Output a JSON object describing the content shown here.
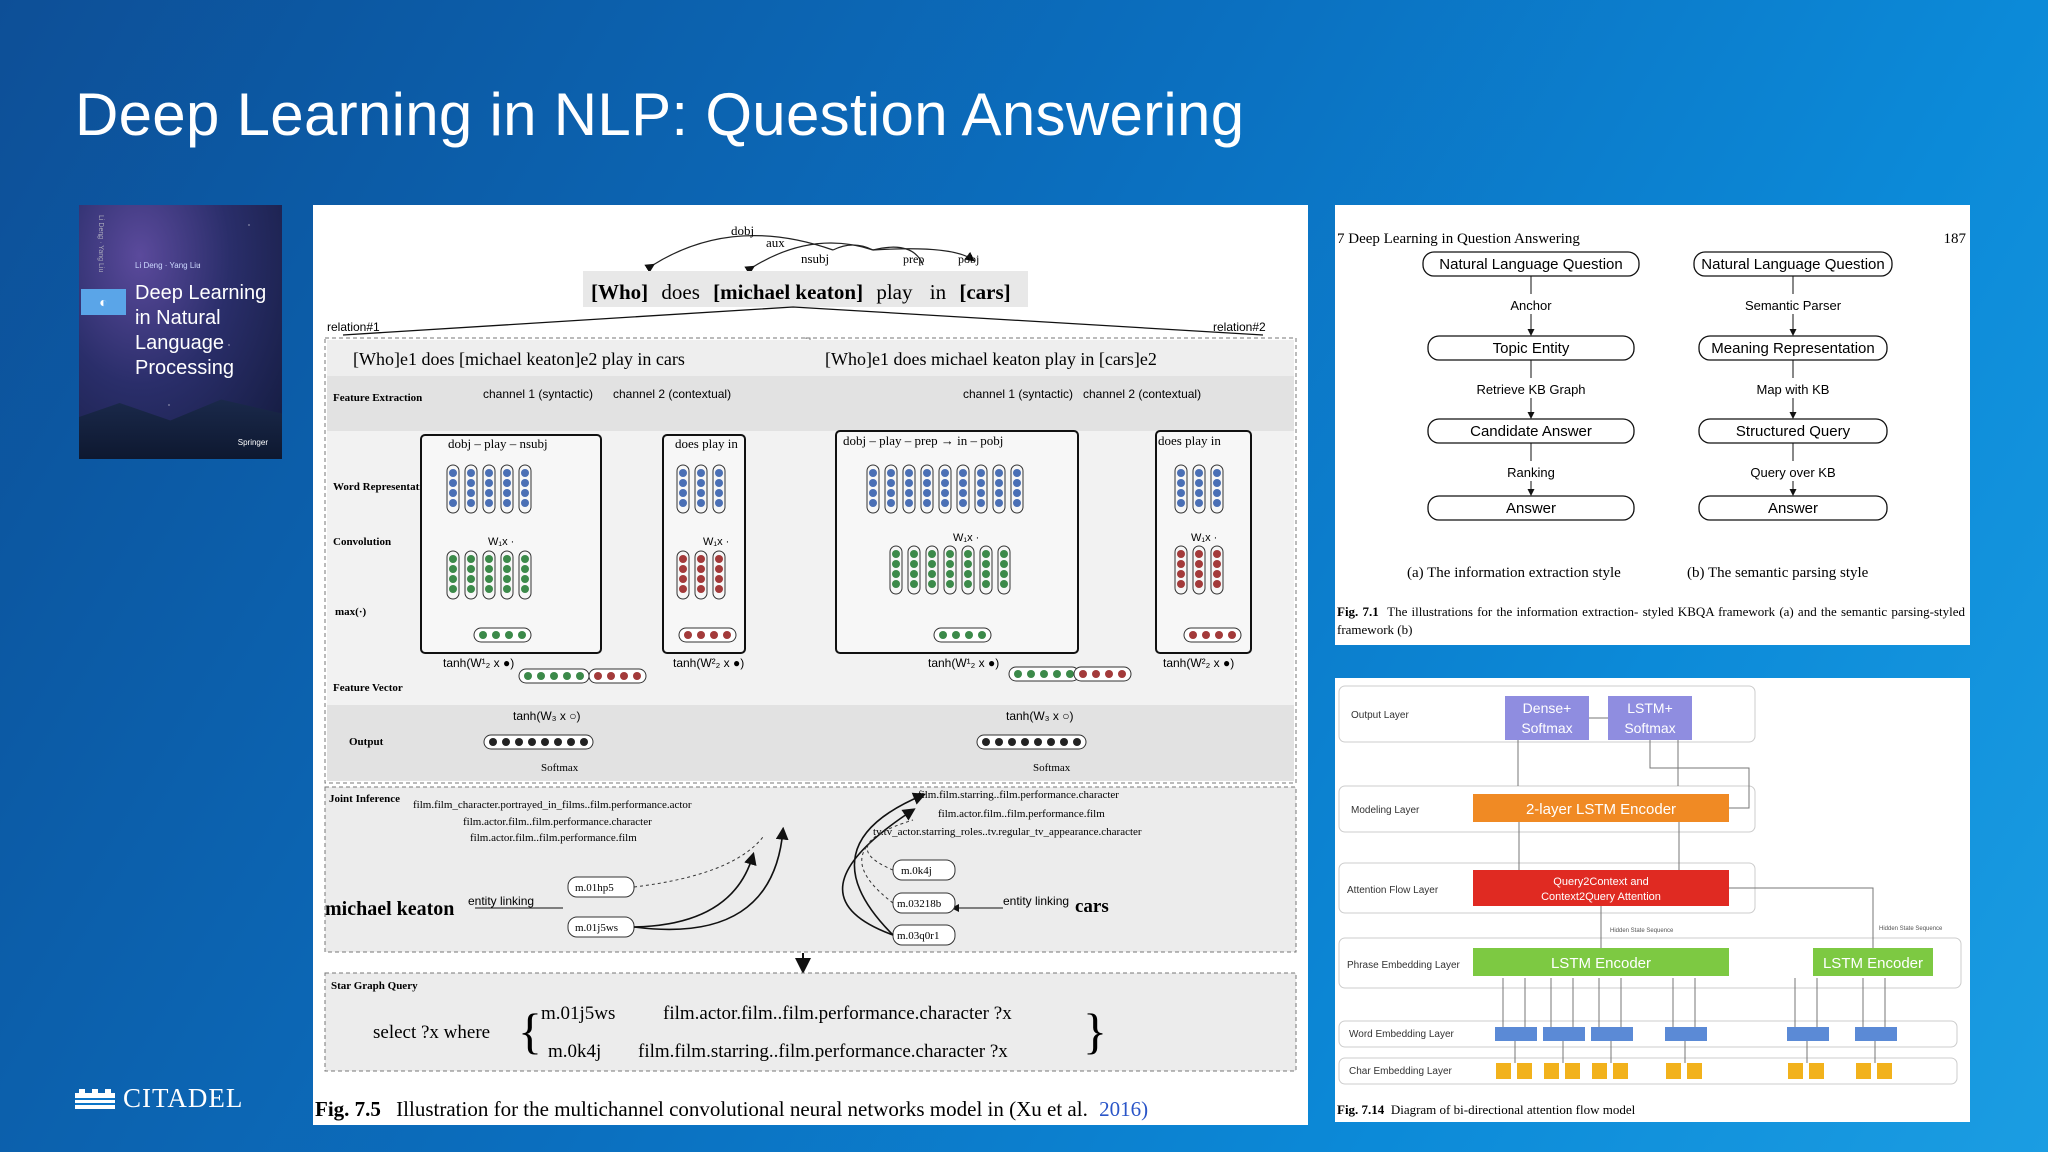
{
  "slide": {
    "title": "Deep Learning in NLP: Question Answering",
    "logo_text": "CITADEL"
  },
  "book": {
    "authors": "Li Deng · Yang Liu",
    "title_line1": "Deep Learning",
    "title_line2": "in Natural",
    "title_line3": "Language",
    "title_line4": "Processing",
    "publisher": "Springer"
  },
  "fig75": {
    "question": [
      "[Who]",
      "does",
      "[michael keaton]",
      "play",
      "in",
      "[cars]"
    ],
    "dep_labels": [
      "dobj",
      "aux",
      "nsubj",
      "prep",
      "pobj"
    ],
    "relation1": "relation#1",
    "relation2": "relation#2",
    "sent1": "[Who]e1 does [michael keaton]e2 play in cars",
    "sent2": "[Who]e1 does michael keaton play in [cars]e2",
    "row_labels": [
      "Feature Extraction",
      "Word Representation",
      "Convolution",
      "max(·)",
      "Feature Vector",
      "Output"
    ],
    "channel1": "channel 1 (syntactic)",
    "channel2": "channel 2 (contextual)",
    "path1": "dobj – play – nsubj",
    "path2": "dobj – play – prep → in – pobj",
    "ctx": "does play in",
    "wx": "W₁x ·",
    "tanh1": "tanh(W¹₂ x ●)",
    "tanh2": "tanh(W²₂ x ●)",
    "tanh_out": "tanh(W₃ x ○)",
    "softmax": "Softmax",
    "joint_inference": "Joint Inference",
    "rels_left": [
      "film.film_character.portrayed_in_films..film.performance.actor",
      "film.actor.film..film.performance.character",
      "film.actor.film..film.performance.film"
    ],
    "rels_right": [
      "film.film.starring..film.performance.character",
      "film.actor.film..film.performance.film",
      "tv.tv_actor.starring_roles..tv.regular_tv_appearance.character"
    ],
    "entity1": "michael keaton",
    "entity2": "cars",
    "entity_linking": "entity linking",
    "mids_left": [
      "m.01hp5",
      "m.01j5ws"
    ],
    "mids_right": [
      "m.0k4j",
      "m.03218b",
      "m.03q0r1"
    ],
    "star_graph_query": "Star Graph Query",
    "select": "select ?x where",
    "q_line1_mid": "m.01j5ws",
    "q_line1_rel": "film.actor.film..film.performance.character  ?x",
    "q_line2_mid": "m.0k4j",
    "q_line2_rel": "film.film.starring..film.performance.character  ?x",
    "caption_label": "Fig. 7.5",
    "caption_text": "Illustration for the multichannel convolutional neural networks model in (Xu et al.",
    "caption_year": "2016)"
  },
  "fig71": {
    "header_left": "7   Deep Learning in Question Answering",
    "page_no": "187",
    "a_boxes": [
      "Natural Language Question",
      "Topic Entity",
      "Candidate Answer",
      "Answer"
    ],
    "a_steps": [
      "Anchor",
      "Retrieve KB Graph",
      "Ranking"
    ],
    "b_boxes": [
      "Natural Language Question",
      "Meaning Representation",
      "Structured Query",
      "Answer"
    ],
    "b_steps": [
      "Semantic Parser",
      "Map with KB",
      "Query over KB"
    ],
    "a_caption": "(a) The information extraction style",
    "b_caption": "(b) The semantic parsing style",
    "caption_label": "Fig. 7.1",
    "caption_text": "The illustrations for the information extraction- styled KBQA framework (a) and the semantic parsing-styled framework (b)"
  },
  "fig714": {
    "layers": [
      "Output Layer",
      "Modeling Layer",
      "Attention Flow Layer",
      "Phrase Embedding Layer",
      "Word Embedding Layer",
      "Char Embedding Layer"
    ],
    "dense": "Dense+ Softmax",
    "lstm_softmax": "LSTM+ Softmax",
    "modeling": "2-layer LSTM Encoder",
    "attention": "Query2Context and Context2Query Attention",
    "lstm_encoder": "LSTM Encoder",
    "hidden_state": "Hidden State Sequence",
    "caption_label": "Fig. 7.14",
    "caption_text": "Diagram of bi-directional attention flow model"
  },
  "colors": {
    "orange": "#f08a24",
    "red": "#e02a22",
    "green": "#7dc942",
    "blue": "#5b8ad6",
    "yellow": "#f2b21c",
    "purple": "#8f8de0"
  }
}
